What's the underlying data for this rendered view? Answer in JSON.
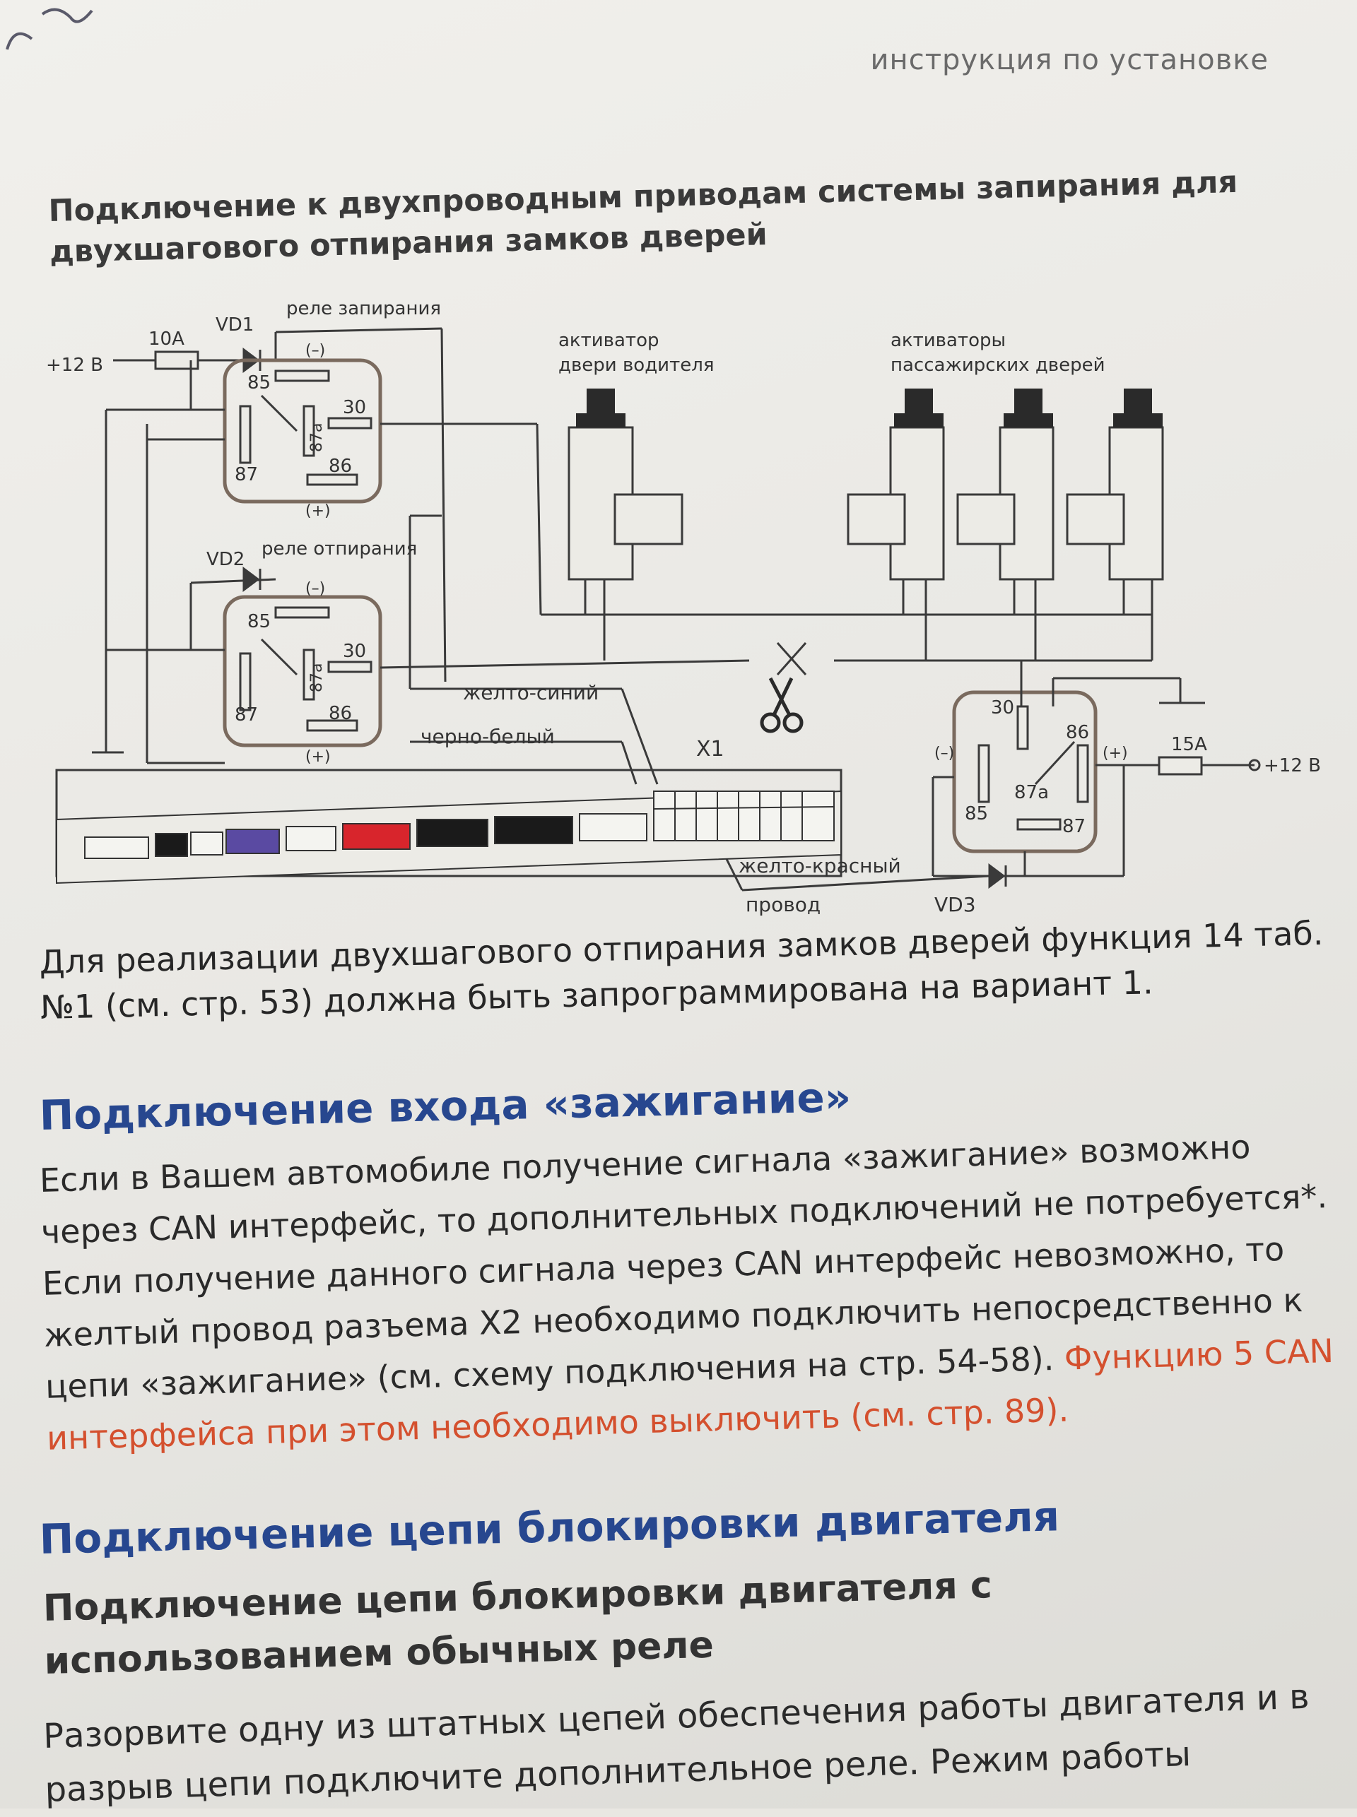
{
  "header": {
    "running_title": "инструкция по установке"
  },
  "diagram": {
    "title": "Подключение к двухпроводным приводам системы запирания для двухшагового отпирания замков дверей",
    "labels": {
      "fuse_10a": "10A",
      "vd1": "VD1",
      "lock_relay": "реле запирания",
      "plus12_left": "+12 В",
      "minus_top1": "(–)",
      "pin85_1": "85",
      "pin87a_1": "87a",
      "pin30_1": "30",
      "pin87_1": "87",
      "pin86_1": "86",
      "plus_1": "(+)",
      "vd2": "VD2",
      "unlock_relay": "реле отпирания",
      "minus_top2": "(–)",
      "pin85_2": "85",
      "pin87a_2": "87a",
      "pin30_2": "30",
      "pin87_2": "87",
      "pin86_2": "86",
      "plus_2": "(+)",
      "driver_activator": "активатор\nдвери водителя",
      "passenger_activators": "активаторы\nпассажирских дверей",
      "wire_yellow_blue": "желто-синий",
      "wire_black_white": "черно-белый",
      "connector_x1": "X1",
      "relay3_30": "30",
      "relay3_86": "86",
      "relay3_87a": "87a",
      "relay3_85": "85",
      "relay3_87": "87",
      "relay3_minus": "(–)",
      "relay3_plus": "(+)",
      "fuse_15a": "15A",
      "plus12_right": "+12 В",
      "wire_yellow_red": "желто-красный",
      "wire_word": "провод",
      "vd3": "VD3"
    }
  },
  "note": "Для реализации двухшагового отпирания замков дверей функция 14 таб. №1 (см. стр. 53) должна быть запрограммирована на вариант 1.",
  "section_ignition": {
    "heading": "Подключение входа «зажигание»",
    "body_plain": "Если в Вашем автомобиле получение сигнала «зажигание» возможно через CAN интерфейс, то дополнительных подключений не потребуется*. Если получение данного сигнала через CAN интерфейс невозможно, то желтый провод разъема X2 необходимо подключить непосредственно к цепи «зажигание» (см. схему подключения на стр. 54-58). ",
    "body_red": "Функцию 5 CAN интерфейса при этом необходимо выключить (см. стр. 89)."
  },
  "section_engine": {
    "heading": "Подключение цепи блокировки двигателя",
    "subheading": "Подключение цепи блокировки двигателя с использованием обычных реле",
    "body": "Разорвите одну из штатных цепей обеспечения работы двигателя и в разрыв цепи подключите дополнительное реле. Режим работы"
  }
}
